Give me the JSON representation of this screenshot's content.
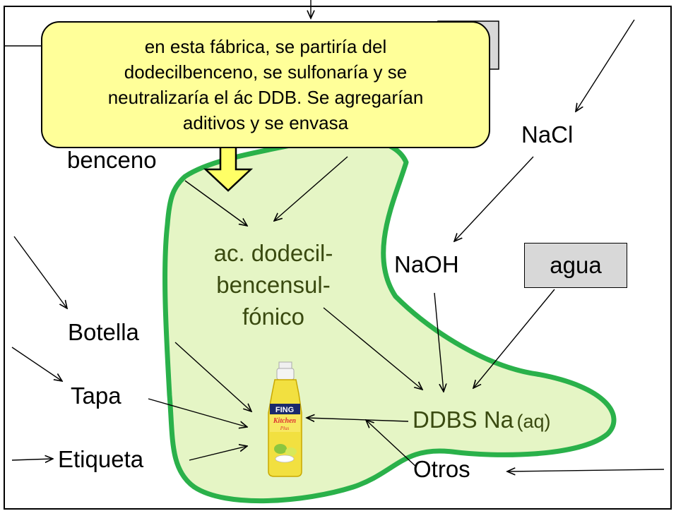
{
  "callout": {
    "lines": [
      "en esta fábrica, se partiría del",
      "dodecilbenceno, se sulfonaría y se",
      "neutralizaría el ác DDB. Se agregarían",
      "aditivos y se envasa"
    ]
  },
  "labels": {
    "benceno": "benceno",
    "nacl": "NaCl",
    "naoh": "NaOH",
    "agua": "agua",
    "botella": "Botella",
    "tapa": "Tapa",
    "etiqueta": "Etiqueta",
    "otros": "Otros",
    "ddbs_main": "DDBS Na",
    "ddbs_sub": "(aq)",
    "acid": [
      "ac. dodecil-",
      "bencensul-",
      "fónico"
    ]
  },
  "bottle": {
    "brand": "FING",
    "line1": "Kitchen",
    "line2": "Plus"
  },
  "colors": {
    "region_fill": "#e5f5c5",
    "region_stroke": "#2ab14a",
    "callout_fill": "#ffff99",
    "text_green": "#3a4a10",
    "box_grey": "#d8d8d8"
  }
}
